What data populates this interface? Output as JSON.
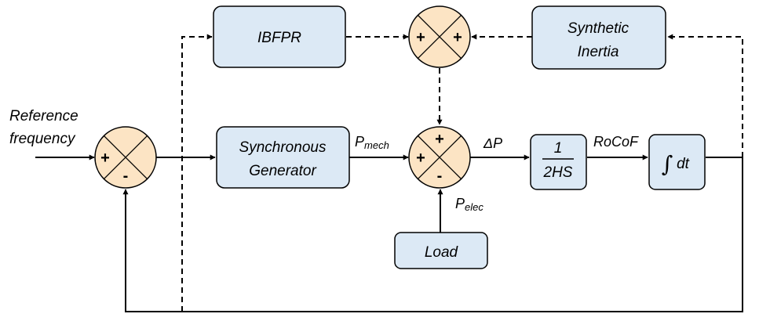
{
  "input_label": [
    "Reference",
    "frequency"
  ],
  "blocks": {
    "ibfpr": "IBFPR",
    "synthetic_inertia": [
      "Synthetic",
      "Inertia"
    ],
    "synchronous_generator": [
      "Synchronous",
      "Generator"
    ],
    "gain": {
      "numerator": "1",
      "denominator": "2HS"
    },
    "integrator": {
      "symbol": "∫",
      "text": "dt"
    },
    "load": "Load"
  },
  "signals": {
    "p_mech": {
      "base": "P",
      "sub": "mech"
    },
    "p_elec": {
      "base": "P",
      "sub": "elec"
    },
    "delta_p": "ΔP",
    "rocof": "RoCoF"
  },
  "junction_signs": {
    "ref_sum": {
      "left": "+",
      "bottom": "-"
    },
    "aux_sum": {
      "left": "+",
      "right": "+"
    },
    "main_sum": {
      "top": "+",
      "left": "+",
      "bottom": "-"
    }
  }
}
